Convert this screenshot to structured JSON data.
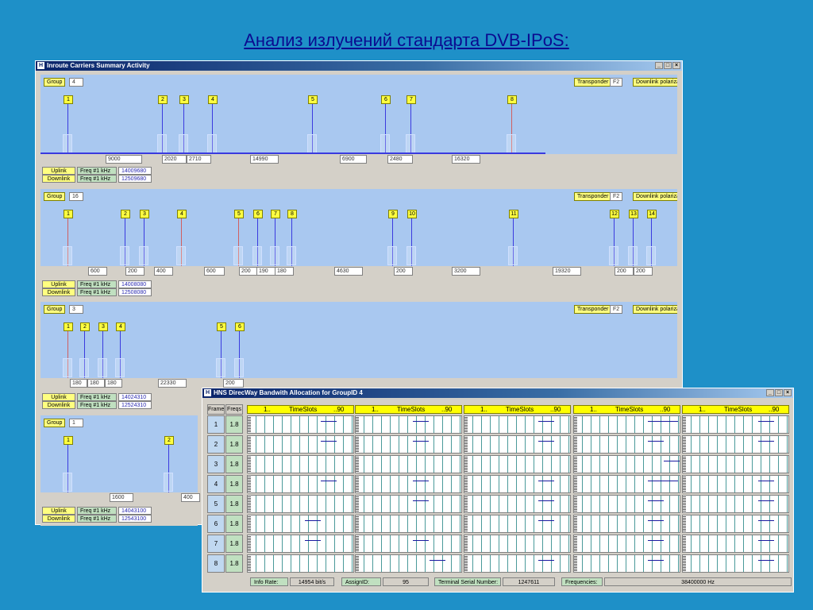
{
  "slide_title": "Анализ излучений стандарта DVB-IPoS:",
  "summary_window": {
    "title": "Inroute Carriers Summary Activity",
    "controls": [
      "_",
      "□",
      "×"
    ],
    "labels": {
      "group": "Group",
      "transponder": "Transponder",
      "transponder_value": "F2",
      "downlink_polarization": "Downlink polarizat",
      "uplink": "Uplink",
      "downlink": "Downlink",
      "freq": "Freq #1 kHz"
    },
    "groups": [
      {
        "group": "4",
        "uplink_freq": "14009680",
        "downlink_freq": "12509680",
        "carriers": [
          "1",
          "2",
          "3",
          "4",
          "5",
          "6",
          "7",
          "8"
        ],
        "gaps": [
          "9000",
          "2020",
          "2710",
          "14990",
          "6900",
          "2480",
          "16320"
        ]
      },
      {
        "group": "16",
        "uplink_freq": "14008080",
        "downlink_freq": "12508080",
        "carriers": [
          "1",
          "2",
          "3",
          "4",
          "5",
          "6",
          "7",
          "8",
          "9",
          "10",
          "11",
          "12",
          "13",
          "14"
        ],
        "gaps": [
          "600",
          "200",
          "400",
          "600",
          "200",
          "190",
          "180",
          "4630",
          "200",
          "3200",
          "19320",
          "200",
          "200"
        ]
      },
      {
        "group": "3",
        "uplink_freq": "14024310",
        "downlink_freq": "12524310",
        "carriers": [
          "1",
          "2",
          "3",
          "4",
          "5",
          "6"
        ],
        "gaps": [
          "180",
          "180",
          "180",
          "22330",
          "200"
        ]
      },
      {
        "group": "1",
        "uplink_freq": "14043100",
        "downlink_freq": "12543100",
        "carriers": [
          "1",
          "2"
        ],
        "gaps": [
          "1600",
          "400"
        ]
      }
    ]
  },
  "bandwidth_window": {
    "title": "HNS DirecWay Bandwith Allocation for GroupID 4",
    "controls": [
      "_",
      "□",
      "×"
    ],
    "col_frame": "Frame",
    "col_freqs": "Freqs",
    "timeslot_header": {
      "start": "1..",
      "label": "TimeSlots",
      "end": "..90"
    },
    "frames": [
      {
        "frame": "1",
        "freq": "1.8"
      },
      {
        "frame": "2",
        "freq": "1.8"
      },
      {
        "frame": "3",
        "freq": "1.8"
      },
      {
        "frame": "4",
        "freq": "1.8"
      },
      {
        "frame": "5",
        "freq": "1.8"
      },
      {
        "frame": "6",
        "freq": "1.8"
      },
      {
        "frame": "7",
        "freq": "1.8"
      },
      {
        "frame": "8",
        "freq": "1.8"
      }
    ],
    "footer": {
      "info_rate_label": "Info Rate:",
      "info_rate_value": "14954 bit/s",
      "assign_id_label": "AssignID:",
      "assign_id_value": "95",
      "serial_label": "Terminal Serial Number:",
      "serial_value": "1247611",
      "frequencies_label": "Frequencies:",
      "frequencies_value": "38400000 Hz"
    }
  }
}
